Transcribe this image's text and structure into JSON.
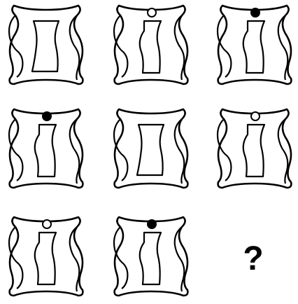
{
  "puzzle": {
    "question_mark": "?",
    "tiles": [
      {
        "row": 1,
        "col": 1,
        "inner": "straight-slot",
        "dot": "none"
      },
      {
        "row": 1,
        "col": 2,
        "inner": "wavy-slot",
        "dot": "open"
      },
      {
        "row": 1,
        "col": 3,
        "inner": "wavy-slot",
        "dot": "filled"
      },
      {
        "row": 2,
        "col": 1,
        "inner": "wavy-slot",
        "dot": "filled"
      },
      {
        "row": 2,
        "col": 2,
        "inner": "straight-slot",
        "dot": "none"
      },
      {
        "row": 2,
        "col": 3,
        "inner": "wavy-slot",
        "dot": "open"
      },
      {
        "row": 3,
        "col": 1,
        "inner": "wavy-slot",
        "dot": "open"
      },
      {
        "row": 3,
        "col": 2,
        "inner": "wavy-slot",
        "dot": "filled"
      }
    ],
    "colors": {
      "ink": "#000000",
      "paper": "#ffffff"
    }
  }
}
